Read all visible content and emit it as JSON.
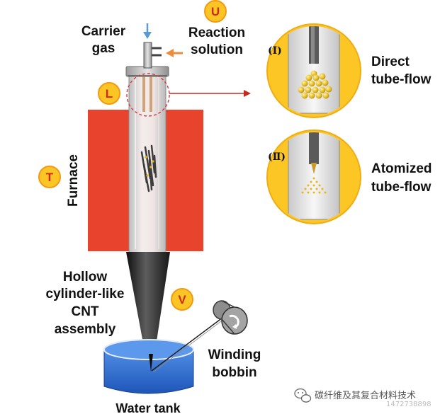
{
  "labels": {
    "carrier_gas_line1": "Carrier",
    "carrier_gas_line2": "gas",
    "reaction_line1": "Reaction",
    "reaction_line2": "solution",
    "furnace": "Furnace",
    "cnt_line1": "Hollow",
    "cnt_line2": "cylinder-like",
    "cnt_line3": "CNT",
    "cnt_line4": "assembly",
    "winding_line1": "Winding",
    "winding_line2": "bobbin",
    "water_tank": "Water tank",
    "direct_line1": "Direct",
    "direct_line2": "tube-flow",
    "atomized_line1": "Atomized",
    "atomized_line2": "tube-flow"
  },
  "badges": {
    "u": "U",
    "l": "L",
    "t": "T",
    "v": "V"
  },
  "insets": {
    "first": "(Ⅰ)",
    "second": "(Ⅱ)"
  },
  "watermark": {
    "main": "碳纤维及其复合材料技术",
    "sub": "1472738898"
  },
  "colors": {
    "furnace": "#e8432d",
    "badge_fill": "#fcc526",
    "badge_stroke": "#f29a12",
    "inset_fill": "#fcc624",
    "water": "#2d6fd6",
    "arrow_orange": "#ef8b3a",
    "arrow_blue": "#5b9bd5",
    "arrow_red": "#c8291e",
    "particle": "#e6b820"
  }
}
